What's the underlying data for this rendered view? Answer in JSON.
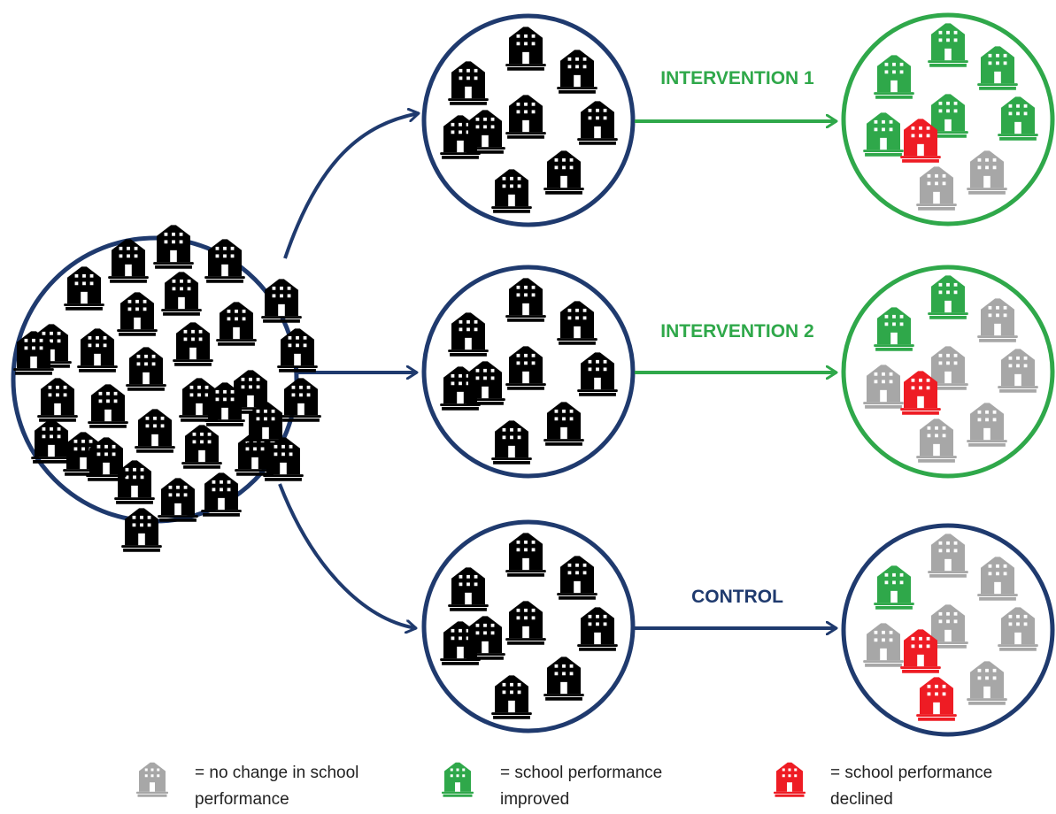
{
  "colors": {
    "navy": "#1f3a6e",
    "green": "#2fa84a",
    "green_dark": "#158a38",
    "red": "#ee1c24",
    "red_dark": "#b80f16",
    "gray": "#a7a7a7",
    "gray_dark": "#7a7a7a",
    "black": "#000000"
  },
  "icon": "school-building",
  "population": {
    "school_count": 32
  },
  "groups": [
    {
      "id": "intervention-1",
      "label": "INTERVENTION 1",
      "label_color": "green",
      "sample_schools": 9,
      "outcomes": {
        "improved": 6,
        "no_change": 2,
        "declined": 1
      }
    },
    {
      "id": "intervention-2",
      "label": "INTERVENTION 2",
      "label_color": "green",
      "sample_schools": 9,
      "outcomes": {
        "improved": 2,
        "no_change": 6,
        "declined": 1
      }
    },
    {
      "id": "control",
      "label": "CONTROL",
      "label_color": "navy",
      "sample_schools": 9,
      "outcomes": {
        "improved": 1,
        "no_change": 6,
        "declined": 2
      }
    }
  ],
  "legend": [
    {
      "key": "no_change",
      "color": "gray",
      "line1": "= no change in school",
      "line2": "performance"
    },
    {
      "key": "improved",
      "color": "green",
      "line1": "= school performance",
      "line2": "improved"
    },
    {
      "key": "declined",
      "color": "red",
      "line1": "= school performance",
      "line2": "declined"
    }
  ]
}
